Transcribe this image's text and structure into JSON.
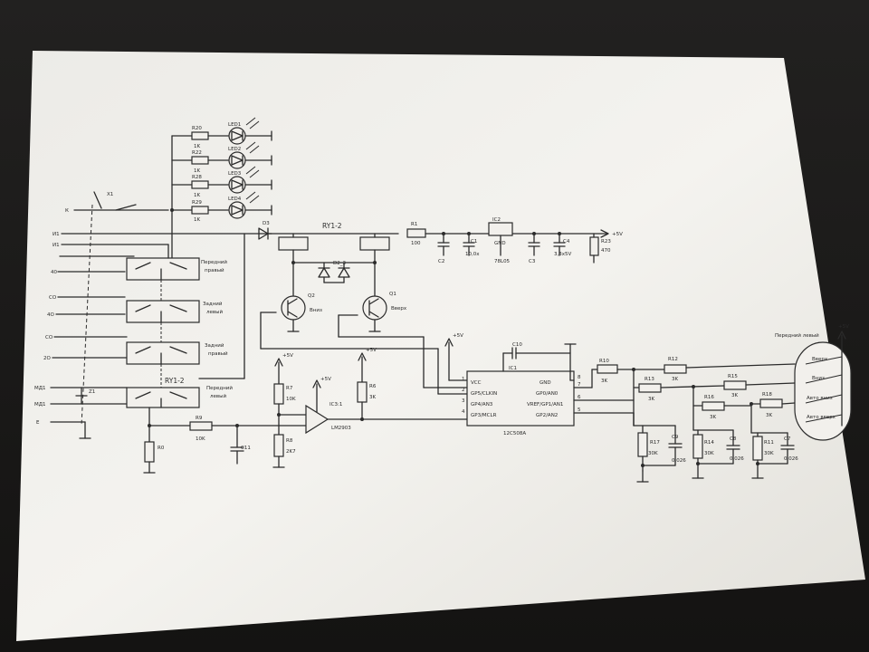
{
  "supply": {
    "plus5_top": "+5V",
    "plus5_r5": "+5V",
    "plus5_r7": "+5V",
    "plus5_comp": "+5V",
    "plus5_ic": "+5V",
    "plus5_right": "+5V"
  },
  "inputs": [
    "К",
    "И1",
    "И1",
    "40",
    "СО",
    "4О",
    "СО",
    "2О",
    "МД1",
    "МД1",
    "Е"
  ],
  "connector": {
    "x1": "X1",
    "z1": "Z1"
  },
  "leds": {
    "resistors": [
      {
        "ref": "R20",
        "val": "1K"
      },
      {
        "ref": "R22",
        "val": "1K"
      },
      {
        "ref": "R28",
        "val": "1K"
      },
      {
        "ref": "R29",
        "val": "1K"
      }
    ],
    "leds": [
      "LED1",
      "LED2",
      "LED3",
      "LED4"
    ]
  },
  "switches": [
    {
      "line1": "Передний",
      "line2": "правый"
    },
    {
      "line1": "Задний",
      "line2": "левый"
    },
    {
      "line1": "Задний",
      "line2": "правый"
    },
    {
      "line1": "Передний",
      "line2": "левый"
    }
  ],
  "relay": {
    "top": "RY1-2",
    "bottom": "RY1-2",
    "diodes": "D2_3",
    "d": "D3"
  },
  "transistors": [
    {
      "ref": "Q2",
      "label": "Вниз"
    },
    {
      "ref": "Q1",
      "label": "Вверх"
    }
  ],
  "power": {
    "r1": "R1",
    "r1_val": "100",
    "c2": "C2",
    "c1": "C1",
    "c1_val": "10,0х",
    "ic2": "IC2",
    "ic2_part": "78L05",
    "gnd": "GND",
    "c3": "C3",
    "c4": "C4",
    "c4_val": "3,3х5V",
    "r23": "R23",
    "r23_val": "470"
  },
  "comparator": {
    "r0": "R0",
    "r9": "R9",
    "r9_val": "10K",
    "c11": "C11",
    "r7": "R7",
    "r7_val": "10K",
    "r8": "R8",
    "r8_val": "2K7",
    "r6": "R6",
    "r6_val": "3K",
    "ic": "IC3:1",
    "part": "LM2903"
  },
  "mcu": {
    "ref": "IC1",
    "part": "12C508A",
    "c10": "C10",
    "pins_left": [
      "VCC",
      "GP5/CLKIN",
      "GP4/AN3",
      "GP3/MCLR"
    ],
    "pins_right": [
      "GND",
      "GP0/AN0",
      "VREF/GP1/AN1",
      "GP2/AN2"
    ],
    "pin_nums_left": [
      "1",
      "2",
      "3",
      "4"
    ],
    "pin_nums_right": [
      "8",
      "7",
      "6",
      "5"
    ]
  },
  "ladder": {
    "r10": "R10",
    "r10_val": "3K",
    "r12": "R12",
    "r12_val": "3K",
    "r13": "R13",
    "r13_val": "3K",
    "r15": "R15",
    "r15_val": "3K",
    "r16": "R16",
    "r16_val": "3K",
    "r18": "R18",
    "r18_val": "3K",
    "r17": "R17",
    "r17_val": "30K",
    "r14": "R14",
    "r14_val": "30K",
    "r11": "R11",
    "r11_val": "30K",
    "c9": "C9",
    "c9_val": "0,026",
    "c8": "C8",
    "c8_val": "0,026",
    "c7": "C7",
    "c7_val": "0,026"
  },
  "panel": {
    "title": "Передний левый",
    "items": [
      "Вверх",
      "Вниз",
      "Авто вниз",
      "Авто вверх"
    ]
  }
}
